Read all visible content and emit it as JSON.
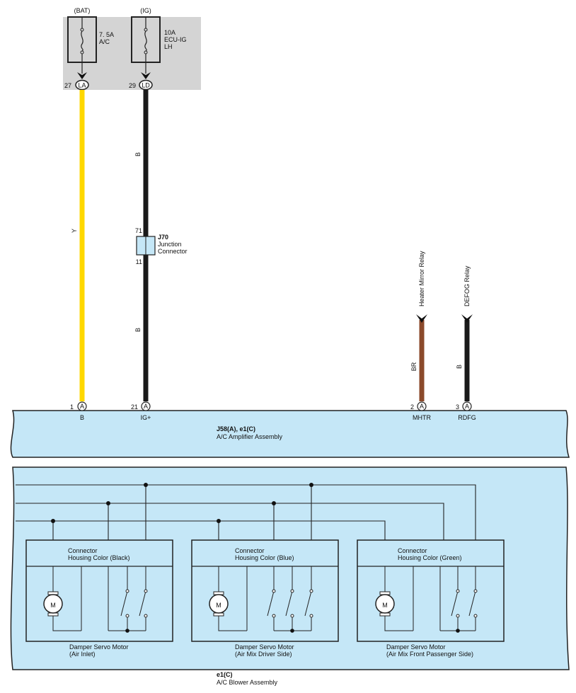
{
  "colors": {
    "wire_yellow": "#ffd800",
    "wire_black": "#1a1a1a",
    "wire_brown": "#8b4a2b",
    "assembly_fill": "#c5e7f7",
    "fuse_box_fill": "#d4d4d4",
    "line": "#222222"
  },
  "fuses": [
    {
      "source": "(BAT)",
      "rating": "7. 5A",
      "name_lines": [
        "A/C"
      ],
      "pin": "27",
      "connector": "LA"
    },
    {
      "source": "(IG)",
      "rating": "10A",
      "name_lines": [
        "ECU-IG",
        "LH"
      ],
      "pin": "29",
      "connector": "LD"
    }
  ],
  "wires": [
    {
      "id": "Y",
      "color_code": "Y"
    },
    {
      "id": "B_upper",
      "color_code": "B"
    },
    {
      "id": "B_lower",
      "color_code": "B"
    },
    {
      "id": "BR",
      "color_code": "BR"
    },
    {
      "id": "B_defog",
      "color_code": "B"
    }
  ],
  "junction": {
    "id": "J70",
    "lines": [
      "Junction",
      "Connector"
    ],
    "pin_top": "71",
    "pin_bottom": "11"
  },
  "relays": [
    {
      "name": "Heater Mirror Relay",
      "wire_color": "BR"
    },
    {
      "name": "DEFOG Relay",
      "wire_color": "B"
    }
  ],
  "amplifier": {
    "id": "J58(A), e1(C)",
    "name": "A/C Amplifier Assembly",
    "terminals": [
      {
        "pin": "1",
        "connector": "A",
        "name": "B"
      },
      {
        "pin": "21",
        "connector": "A",
        "name": "IG+"
      },
      {
        "pin": "2",
        "connector": "A",
        "name": "MHTR"
      },
      {
        "pin": "3",
        "connector": "A",
        "name": "RDFG"
      }
    ]
  },
  "blower": {
    "id": "e1(C)",
    "name": "A/C Blower Assembly",
    "motors": [
      {
        "housing_lines": [
          "Connector",
          "Housing Color (Black)"
        ],
        "caption_lines": [
          "Damper Servo Motor",
          "(Air Inlet)"
        ],
        "motor_symbol": "M"
      },
      {
        "housing_lines": [
          "Connector",
          "Housing Color (Blue)"
        ],
        "caption_lines": [
          "Damper Servo Motor",
          "(Air Mix Driver Side)"
        ],
        "motor_symbol": "M"
      },
      {
        "housing_lines": [
          "Connector",
          "Housing Color (Green)"
        ],
        "caption_lines": [
          "Damper Servo Motor",
          "(Air Mix Front Passenger Side)"
        ],
        "motor_symbol": "M"
      }
    ]
  }
}
